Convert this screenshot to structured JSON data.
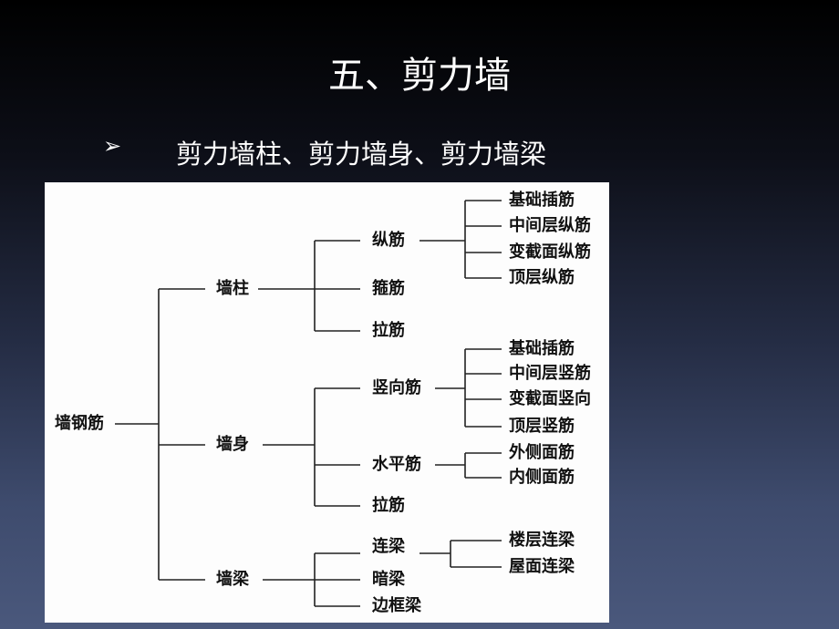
{
  "title": "五、剪力墙",
  "bullet": {
    "icon": "arrow-bullet-icon",
    "text": "剪力墙柱、剪力墙身、剪力墙梁"
  },
  "tree": {
    "root": "墙钢筋",
    "wall_column": {
      "label": "墙柱",
      "longitudinal": {
        "label": "纵筋",
        "children": [
          "基础插筋",
          "中间层纵筋",
          "变截面纵筋",
          "顶层纵筋"
        ]
      },
      "stirrup": "箍筋",
      "tie": "拉筋"
    },
    "wall_body": {
      "label": "墙身",
      "vertical": {
        "label": "竖向筋",
        "children": [
          "基础插筋",
          "中间层竖筋",
          "变截面竖向",
          "顶层竖筋"
        ]
      },
      "horizontal": {
        "label": "水平筋",
        "children": [
          "外侧面筋",
          "内侧面筋"
        ]
      },
      "tie": "拉筋"
    },
    "wall_beam": {
      "label": "墙梁",
      "coupling": {
        "label": "连梁",
        "children": [
          "楼层连梁",
          "屋面连梁"
        ]
      },
      "hidden": "暗梁",
      "frame": "边框梁"
    }
  }
}
